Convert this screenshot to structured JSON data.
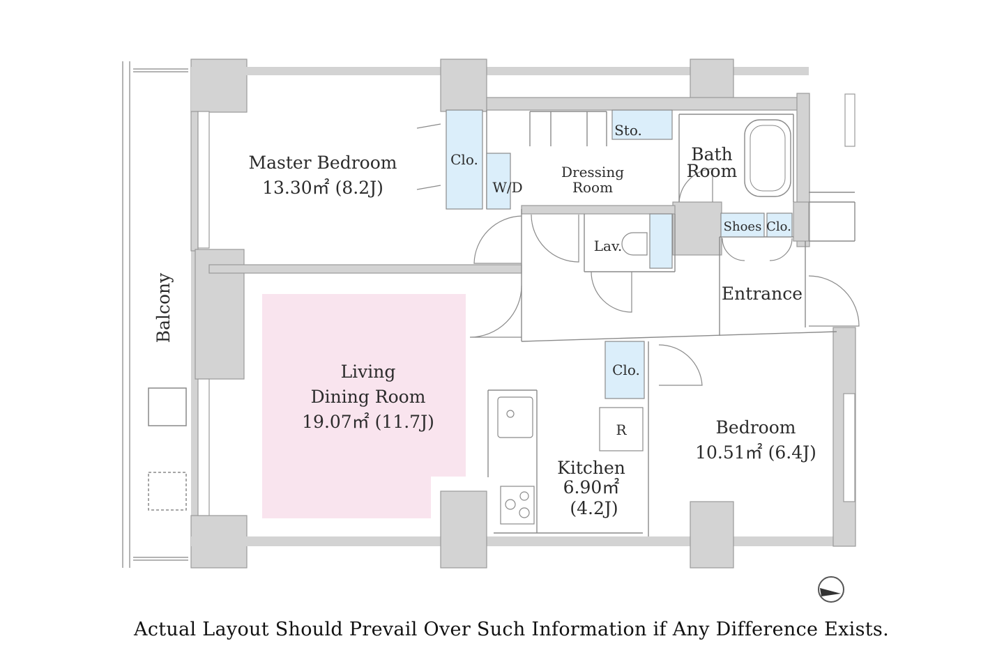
{
  "rooms": {
    "master_bedroom": {
      "name": "Master Bedroom",
      "area": "13.30㎡  (8.2J)"
    },
    "living": {
      "line1": "Living",
      "line2": "Dining Room",
      "area": "19.07㎡  (11.7J)"
    },
    "kitchen": {
      "name": "Kitchen",
      "area": "6.90㎡",
      "jo": "(4.2J)"
    },
    "bedroom": {
      "name": "Bedroom",
      "area": "10.51㎡  (6.4J)"
    },
    "dressing": {
      "line1": "Dressing",
      "line2": "Room"
    },
    "bath": {
      "line1": "Bath",
      "line2": "Room"
    },
    "entrance": "Entrance",
    "balcony": "Balcony",
    "closet_master": "Clo.",
    "closet_kitchen": "Clo.",
    "closet_entrance": "Clo.",
    "washer": "W/D",
    "storage": "Sto.",
    "lavatory": "Lav.",
    "shoes": "Shoes",
    "fridge": "R"
  },
  "colors": {
    "wall": "#d3d3d3",
    "line": "#8a8a8a",
    "closet": "#dbeefa",
    "living_highlight": "#f9e4ee"
  },
  "icons": {
    "north": "north-arrow-icon"
  },
  "disclaimer": "Actual Layout Should Prevail Over Such Information if Any Difference Exists."
}
